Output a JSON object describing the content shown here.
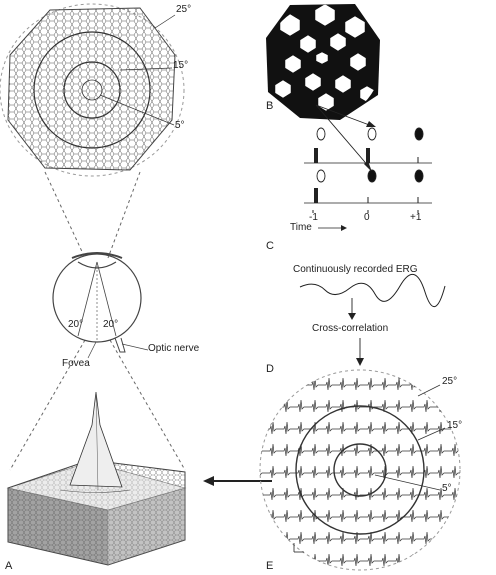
{
  "panels": {
    "a": "A",
    "b": "B",
    "c": "C",
    "d": "D",
    "e": "E"
  },
  "stimulus_labels": {
    "outer": "25°",
    "middle": "15°",
    "inner": "5°"
  },
  "eye_labels": {
    "angle_left": "20°",
    "angle_right": "20°",
    "fovea": "Fovea",
    "optic_nerve": "Optic nerve"
  },
  "timeline": {
    "time": "Time",
    "ticks": [
      "-1",
      "0",
      "+1"
    ]
  },
  "erg": {
    "recorded": "Continuously recorded ERG",
    "correlation": "Cross-correlation"
  },
  "response_labels": {
    "outer": "25°",
    "middle": "15°",
    "inner": "5°"
  },
  "colors": {
    "line": "#444444",
    "dashed": "#999999",
    "fill_dark": "#111111"
  }
}
